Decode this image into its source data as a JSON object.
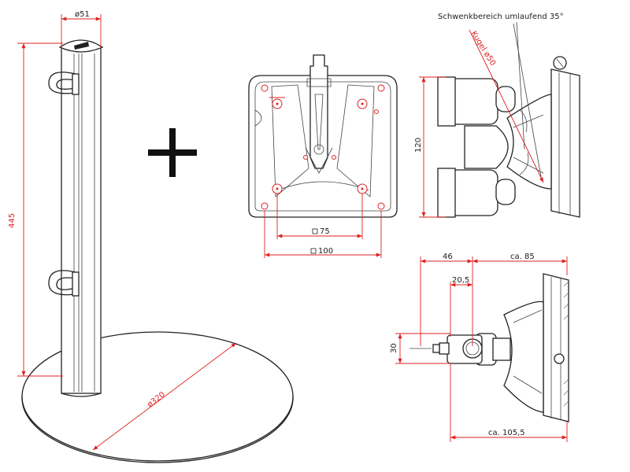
{
  "stand": {
    "tube_diameter_label": "ø51",
    "height_label": "445",
    "base_diameter_label": "ø320"
  },
  "plus_sign": "+",
  "front_view": {
    "hole_spacing_small_label": "75",
    "hole_spacing_large_label": "100"
  },
  "side_view": {
    "swivel_range_label": "Schwenkbereich umlaufend 35°",
    "ball_label": "Kugel ø50",
    "height_label": "120"
  },
  "detail_view": {
    "width_46_label": "46",
    "width_ca85_label": "ca. 85",
    "width_20_5_label": "20,5",
    "height_30_label": "30",
    "total_width_label": "ca. 105,5"
  },
  "colors": {
    "line": "#222222",
    "dimension": "#dd2222"
  }
}
